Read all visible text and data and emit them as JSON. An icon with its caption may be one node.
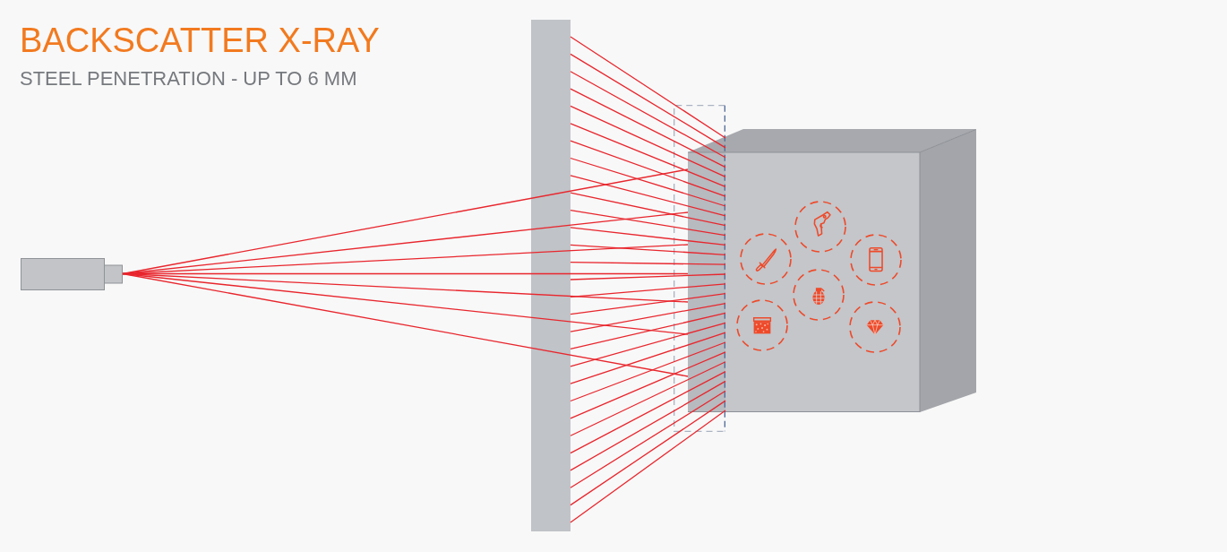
{
  "diagram": {
    "title": "BACKSCATTER X-RAY",
    "nodes": [
      {
        "text": [],
        "shape": "bar"
      }
    ],
    "labels": [
      "STEEL PENETRATION - UP TO 6 MM"
    ]
  }
}
